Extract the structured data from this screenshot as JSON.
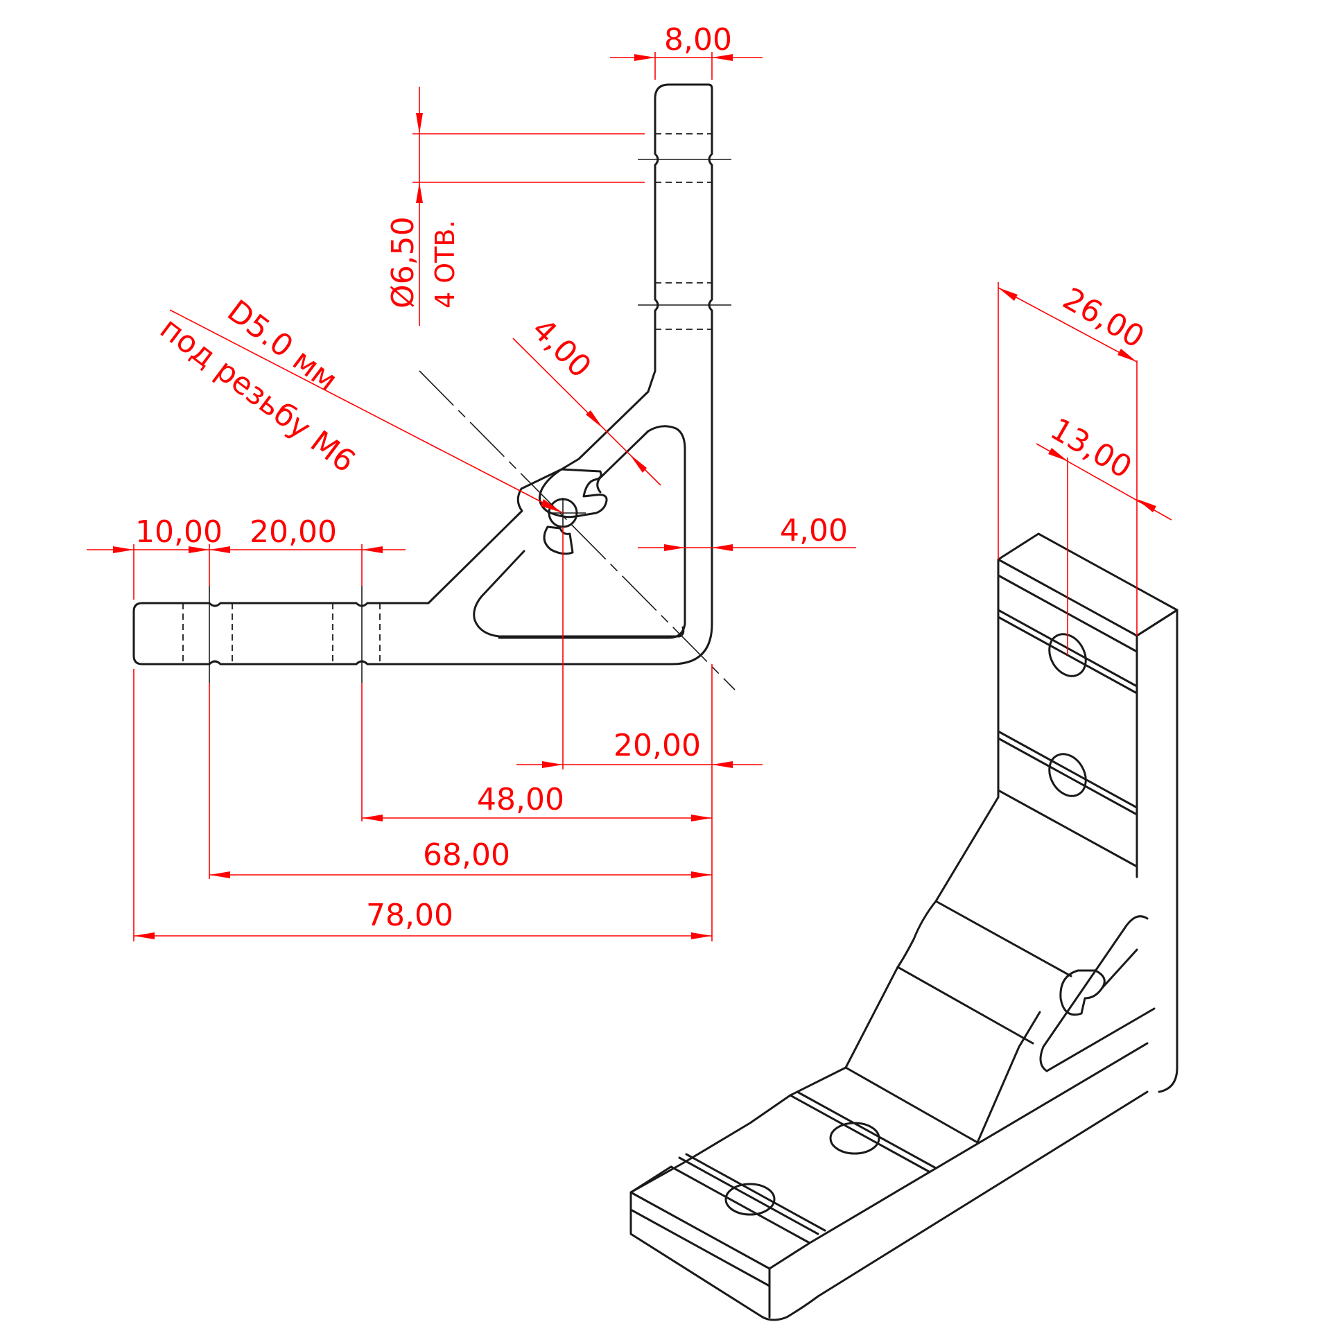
{
  "dimensions": {
    "d_8": "8,00",
    "d_hole": "Ø6,50",
    "d_holes_count": "4 ОТВ.",
    "d_bore": "D5.0 мм",
    "d_thread": "под резьбу М6",
    "d_4_diag": "4,00",
    "d_4_right": "4,00",
    "d_10": "10,00",
    "d_20_top": "20,00",
    "d_20_bottom": "20,00",
    "d_48": "48,00",
    "d_68": "68,00",
    "d_78": "78,00",
    "d_26": "26,00",
    "d_13": "13,00"
  },
  "colors": {
    "dimension": "#ff0000",
    "outline": "#1a1a1a",
    "background": "#ffffff"
  }
}
